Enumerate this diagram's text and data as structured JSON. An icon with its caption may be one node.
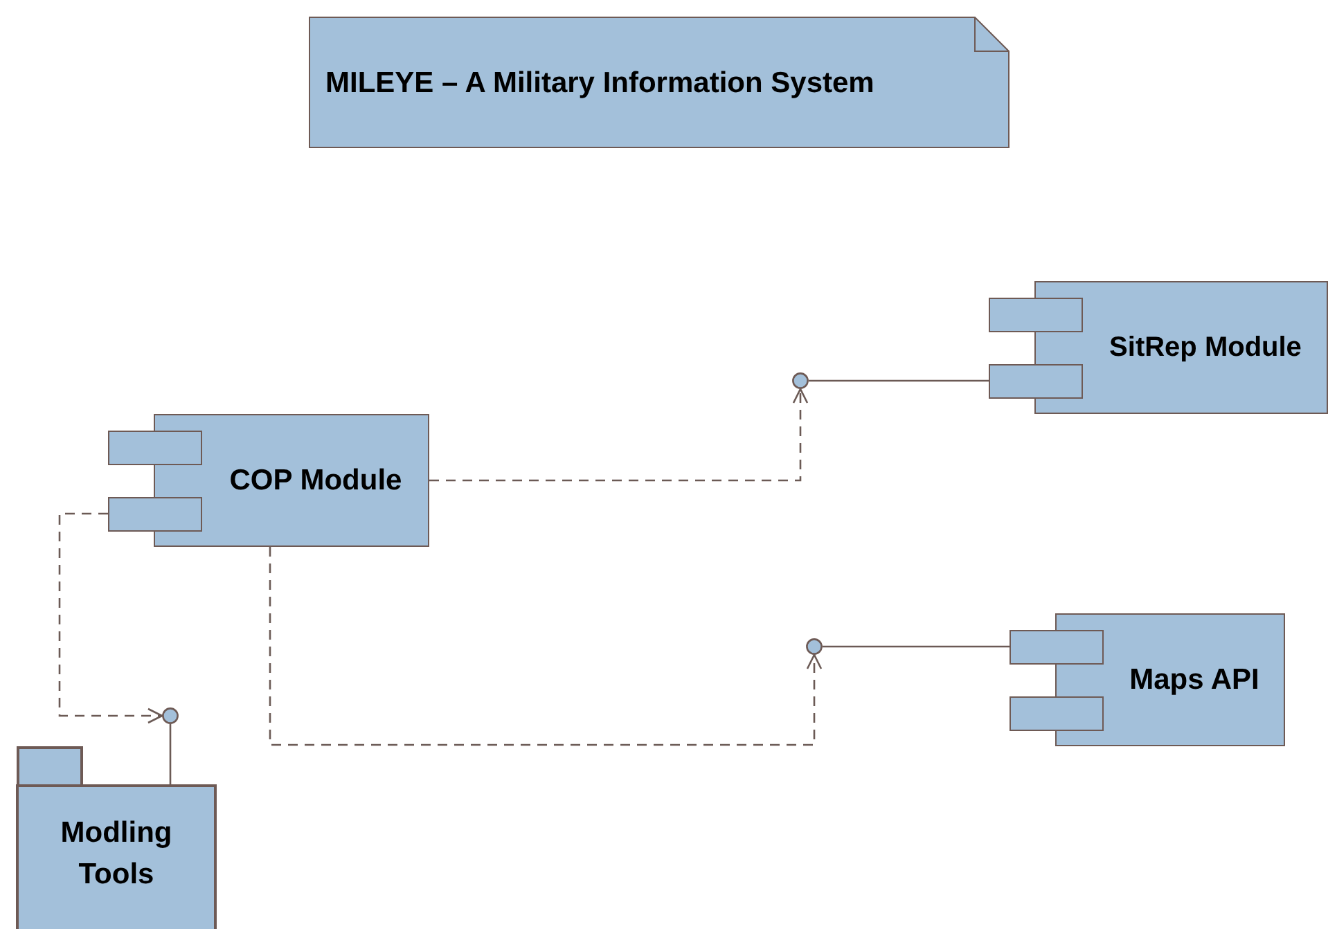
{
  "diagram": {
    "nodes": [
      {
        "text": [
          "MILEYE – A Military Information System"
        ]
      },
      {
        "text": [
          "SitRep Module"
        ]
      },
      {
        "text": [
          "COP Module"
        ]
      },
      {
        "text": [
          "Maps API"
        ]
      },
      {
        "text": [
          "Modling Tools"
        ]
      },
      {
        "text": [],
        "shape": "circle"
      },
      {
        "text": [],
        "shape": "circle"
      },
      {
        "text": [],
        "shape": "circle"
      }
    ],
    "edges": [
      {
        "from": 2,
        "to": 5,
        "arrow": "to",
        "style": "dashed"
      },
      {
        "from": 5,
        "to": 1,
        "arrow": "none"
      },
      {
        "from": 2,
        "to": 6,
        "arrow": "to",
        "style": "dashed"
      },
      {
        "from": 6,
        "to": 3,
        "arrow": "none"
      },
      {
        "from": 2,
        "to": 7,
        "arrow": "to",
        "style": "dashed"
      },
      {
        "from": 7,
        "to": 4,
        "arrow": "none"
      }
    ]
  }
}
